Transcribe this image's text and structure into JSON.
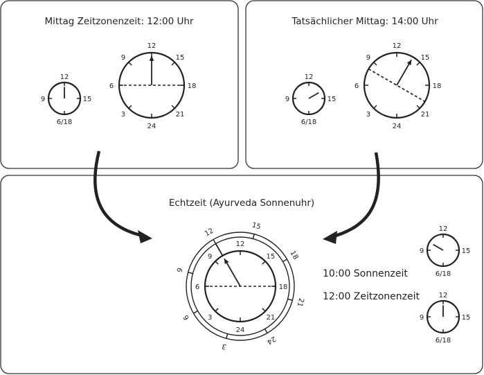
{
  "panels": {
    "top_left": {
      "title": "Mittag Zeitzonenzeit: 12:00 Uhr"
    },
    "top_right": {
      "title": "Tatsächlicher Mittag: 14:00 Uhr"
    },
    "bottom": {
      "title": "Echtzeit (Ayurveda Sonnenuhr)",
      "sun_time_text": "10:00 Sonnenzeit",
      "zone_time_text": "12:00 Zeitzonenzeit"
    }
  },
  "small_clock_labels": {
    "top": "12",
    "left": "9",
    "right": "15",
    "bottom": "6/18"
  },
  "dial24_labels": [
    "12",
    "15",
    "18",
    "21",
    "24",
    "3",
    "6",
    "9"
  ],
  "outer_ring_labels": [
    "12",
    "15",
    "18",
    "21",
    "24",
    "3",
    "6",
    "9"
  ],
  "clocks": {
    "tl_small": {
      "hand_hour": 12
    },
    "tl_big": {
      "hand_hour": 12,
      "dash_from": 6,
      "dash_to": 18
    },
    "tr_small": {
      "hand_hour": 14
    },
    "tr_big": {
      "hand_hour": 14,
      "dash_from": 8,
      "dash_to": 20
    },
    "bottom_dial": {
      "hand_hour": 10,
      "dash_from": 6,
      "dash_to": 18,
      "outer_ring_offset_hours": -2
    },
    "bottom_small_sun": {
      "hand_hour": 10
    },
    "bottom_small_zone": {
      "hand_hour": 12
    }
  }
}
